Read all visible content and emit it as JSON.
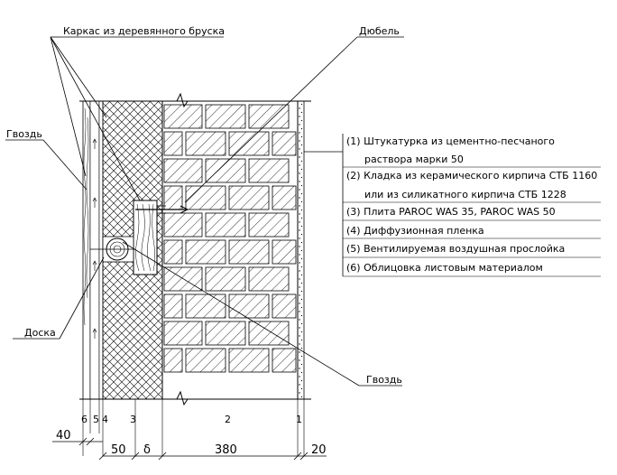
{
  "callouts": {
    "frame": "Каркас из деревянного бруска",
    "dowel": "Дюбель",
    "nail_top": "Гвоздь",
    "board": "Доска",
    "nail_bottom": "Гвоздь"
  },
  "legend": [
    "(1) Штукатурка из цементно-песчаного",
    "раствора марки 50",
    "(2) Кладка из керамического кирпича СТБ 1160",
    "или из силикатного кирпича СТБ 1228",
    "(3) Плита PAROC WAS 35, PAROC WAS 50",
    "(4) Диффузионная пленка",
    "(5) Вентилируемая воздушная прослойка",
    "(6) Облицовка листовым материалом"
  ],
  "layer_numbers": [
    "6",
    "5",
    "4",
    "3",
    "2",
    "1"
  ],
  "dimensions": {
    "cladding": "40",
    "insulation": "50",
    "delta": "δ",
    "brick": "380",
    "plaster": "20"
  }
}
